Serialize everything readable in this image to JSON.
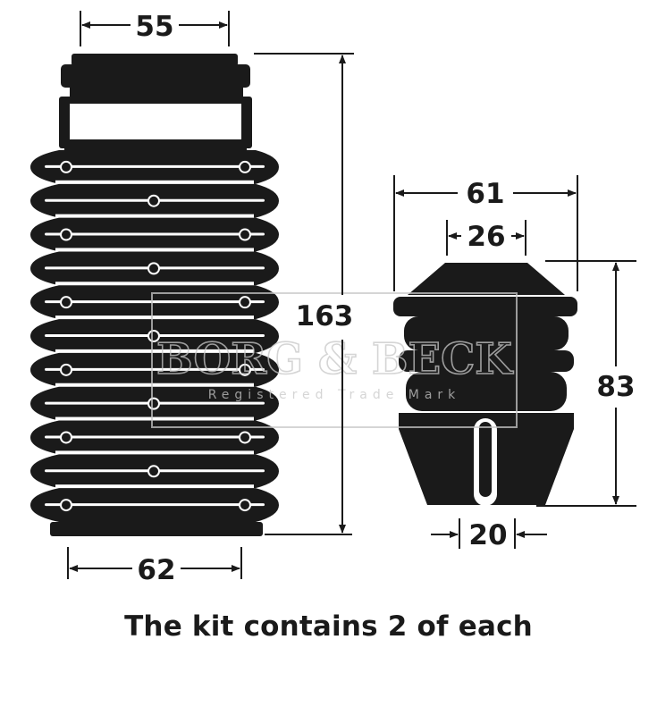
{
  "diagram": {
    "boot": {
      "top_diameter": "55",
      "length": "163",
      "bottom_diameter": "62"
    },
    "bump_stop": {
      "outer_diameter": "61",
      "top_diameter": "26",
      "height": "83",
      "bottom_slot": "20"
    }
  },
  "watermark": {
    "brand": "BORG & BECK",
    "subtitle": "Registered Trade Mark"
  },
  "caption": "The kit contains 2 of each"
}
